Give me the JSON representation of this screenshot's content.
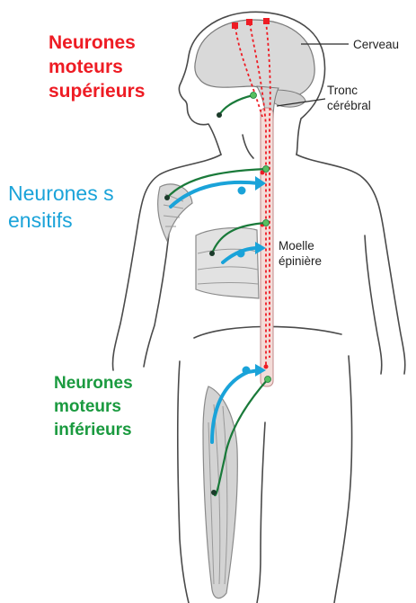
{
  "labels": {
    "upper_motor": "Neurones moteurs supérieurs",
    "sensory": "Neurones sensitifs",
    "lower_motor": "Neurones moteurs inférieurs",
    "brain": "Cerveau",
    "brainstem": "Tronc cérébral",
    "spinal_cord": "Moelle épinière"
  },
  "colors": {
    "upper_motor": "#ee1c24",
    "sensory": "#1aa3d9",
    "lower_motor": "#1a7a3a",
    "outline": "#4a4a4a"
  }
}
